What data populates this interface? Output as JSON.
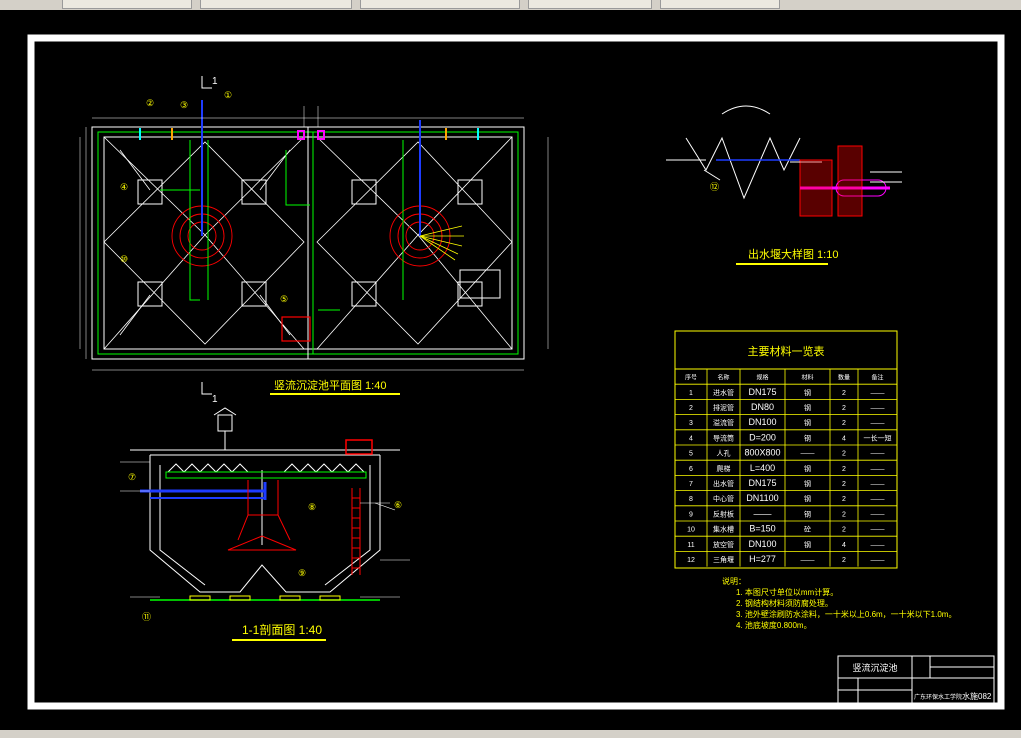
{
  "tabs": [
    {
      "label": ""
    },
    {
      "label": ""
    },
    {
      "label": ""
    },
    {
      "label": ""
    },
    {
      "label": ""
    }
  ],
  "plan": {
    "title": "竖流沉淀池平面图  1:40",
    "section_mark_top": "1",
    "section_mark_bottom": "1",
    "callouts": [
      "①",
      "②",
      "③",
      "④",
      "⑤",
      "⑩"
    ]
  },
  "section": {
    "title": "1-1剖面图  1:40",
    "callouts": [
      "⑥",
      "⑦",
      "⑧",
      "⑨",
      "⑪"
    ]
  },
  "weir": {
    "title": "出水堰大样图  1:10",
    "callout": "⑫"
  },
  "materials": {
    "title": "主要材料一览表",
    "headers": [
      "序号",
      "名称",
      "规格",
      "材料",
      "数量",
      "备注"
    ],
    "rows": [
      [
        "1",
        "进水管",
        "DN175",
        "钢",
        "2",
        "——"
      ],
      [
        "2",
        "排泥管",
        "DN80",
        "钢",
        "2",
        "——"
      ],
      [
        "3",
        "溢流管",
        "DN100",
        "钢",
        "2",
        "——"
      ],
      [
        "4",
        "导流筒",
        "D=200",
        "钢",
        "4",
        "一长一短"
      ],
      [
        "5",
        "人孔",
        "800X800",
        "——",
        "2",
        "——"
      ],
      [
        "6",
        "爬梯",
        "L=400",
        "钢",
        "2",
        "——"
      ],
      [
        "7",
        "出水管",
        "DN175",
        "钢",
        "2",
        "——"
      ],
      [
        "8",
        "中心管",
        "DN1100",
        "钢",
        "2",
        "——"
      ],
      [
        "9",
        "反射板",
        "——",
        "钢",
        "2",
        "——"
      ],
      [
        "10",
        "集水槽",
        "B=150",
        "砼",
        "2",
        "——"
      ],
      [
        "11",
        "放空管",
        "DN100",
        "钢",
        "4",
        "——"
      ],
      [
        "12",
        "三角堰",
        "H=277",
        "——",
        "2",
        "——"
      ]
    ]
  },
  "notes": {
    "heading": "说明：",
    "lines": [
      "1. 本图尺寸单位以mm计算。",
      "2. 钢结构材料须防腐处理。",
      "3. 池外壁涂刷防水涂料，一十米以上0.6m，一十米以下1.0m。",
      "4. 池底坡度0.800m。"
    ]
  },
  "titleblock": {
    "name": "竖流沉淀池",
    "company": "广东环保水工学院",
    "sheet": "水施082"
  },
  "colors": {
    "background": "#000000",
    "frame": "#ffffff",
    "plan": "#ffffff",
    "pipe": "#00ff00",
    "pipe_blue": "#1e3cff",
    "accent": "#ffff00",
    "red": "#ff0000",
    "magenta": "#ff00ff",
    "cyan": "#00ffff"
  }
}
